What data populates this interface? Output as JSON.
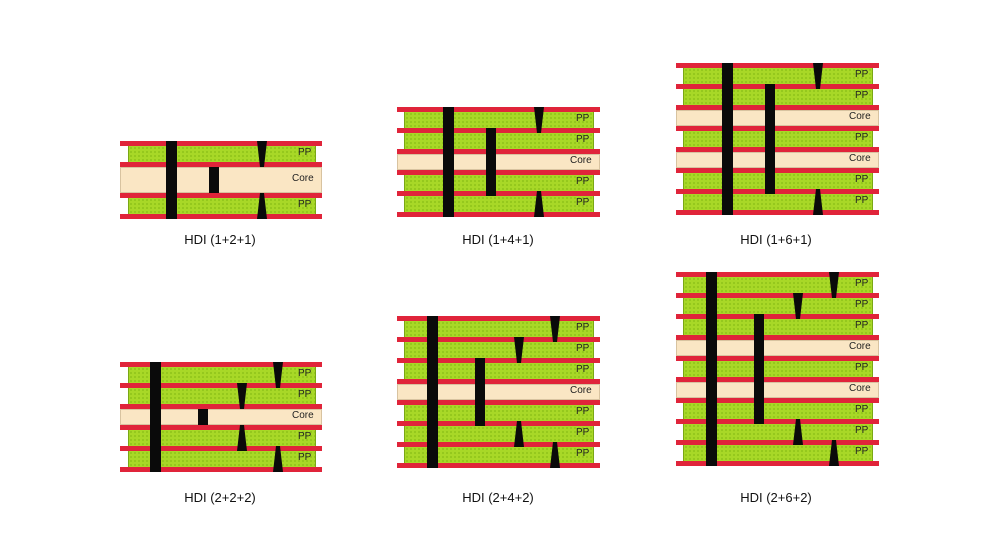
{
  "diagrams": [
    {
      "title": "HDI (1+2+1)",
      "stack": [
        "PP",
        "Core",
        "PP"
      ],
      "vias": {
        "through": 1,
        "buried": 1,
        "blind_top": 1,
        "blind_bottom": 1
      }
    },
    {
      "title": "HDI (1+4+1)",
      "stack": [
        "PP",
        "PP",
        "Core",
        "PP",
        "PP"
      ]
    },
    {
      "title": "HDI (1+6+1)",
      "stack": [
        "PP",
        "PP",
        "Core",
        "PP",
        "Core",
        "PP",
        "PP"
      ]
    },
    {
      "title": "HDI (2+2+2)",
      "stack": [
        "PP",
        "PP",
        "Core",
        "PP",
        "PP"
      ]
    },
    {
      "title": "HDI (2+4+2)",
      "stack": [
        "PP",
        "PP",
        "PP",
        "Core",
        "PP",
        "PP",
        "PP"
      ]
    },
    {
      "title": "HDI (2+6+2)",
      "stack": [
        "PP",
        "PP",
        "PP",
        "Core",
        "PP",
        "Core",
        "PP",
        "PP",
        "PP"
      ]
    }
  ],
  "colors": {
    "copper": "#e0243a",
    "prepreg": "#a8d827",
    "core": "#fae6c4",
    "via": "#0a0a0a"
  }
}
